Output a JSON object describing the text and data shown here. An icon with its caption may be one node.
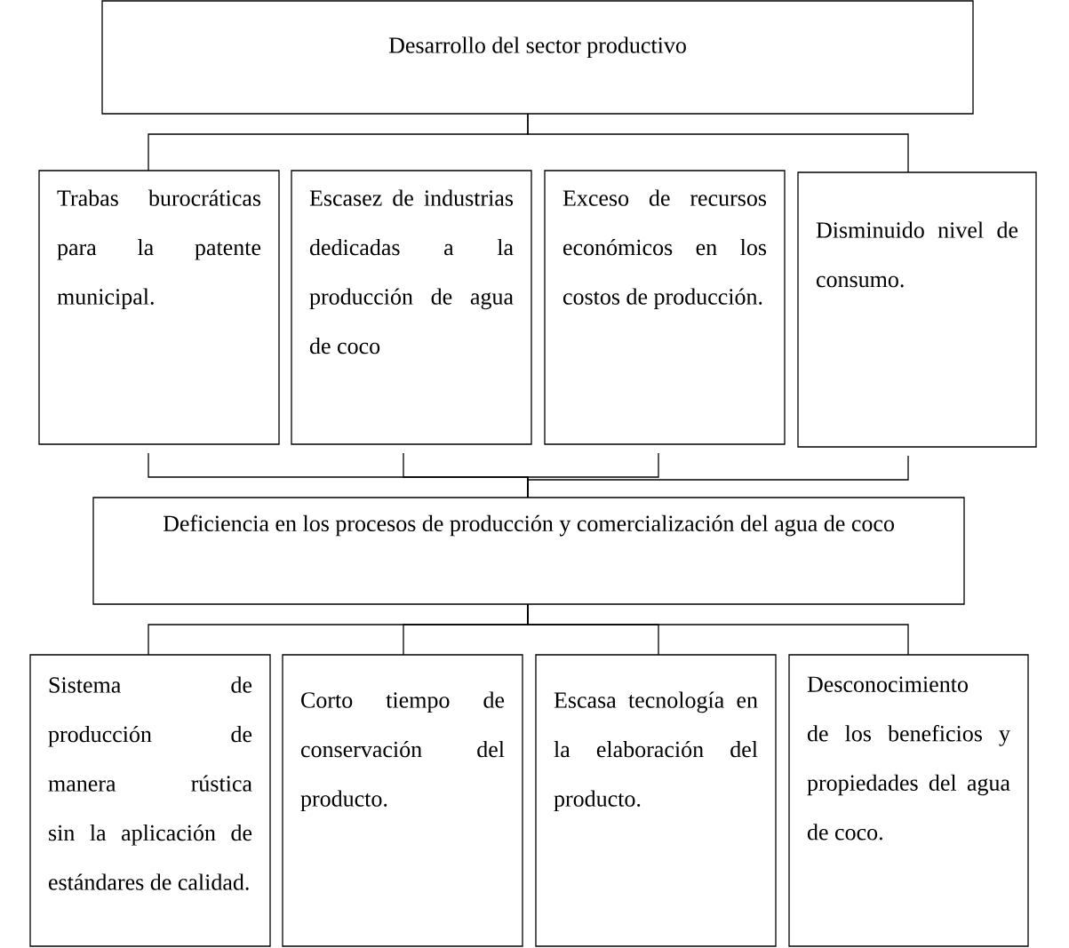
{
  "diagram": {
    "nodes": [
      {
        "text": [
          "Desarrollo del sector productivo"
        ]
      },
      {
        "text": [
          "Trabas burocráticas para la patente municipal."
        ]
      },
      {
        "text": [
          "Escasez de industrias dedicadas a la producción de agua de coco"
        ]
      },
      {
        "text": [
          "Exceso de recursos económicos en los costos de producción."
        ]
      },
      {
        "text": [
          "Disminuido nivel de consumo."
        ]
      },
      {
        "text": [
          "Deficiencia en los procesos de producción y comercialización del agua de coco"
        ]
      },
      {
        "text": [
          "Sistema de producción de manera rústica sin la aplicación de estándares de calidad."
        ]
      },
      {
        "text": [
          "Corto tiempo de conservación del producto."
        ]
      },
      {
        "text": [
          "Escasa tecnología en la elaboración del producto."
        ]
      },
      {
        "text": [
          "Desconocimiento de los beneficios y propiedades del agua de coco."
        ]
      }
    ],
    "edges": [
      {
        "from": 0,
        "to": 1,
        "arrow": "none"
      },
      {
        "from": 0,
        "to": 4,
        "arrow": "none"
      },
      {
        "from": 1,
        "to": 5,
        "arrow": "none"
      },
      {
        "from": 2,
        "to": 5,
        "arrow": "none"
      },
      {
        "from": 3,
        "to": 5,
        "arrow": "none"
      },
      {
        "from": 4,
        "to": 5,
        "arrow": "none"
      },
      {
        "from": 5,
        "to": 6,
        "arrow": "none"
      },
      {
        "from": 5,
        "to": 7,
        "arrow": "none"
      },
      {
        "from": 5,
        "to": 8,
        "arrow": "none"
      },
      {
        "from": 5,
        "to": 9,
        "arrow": "none"
      }
    ]
  }
}
